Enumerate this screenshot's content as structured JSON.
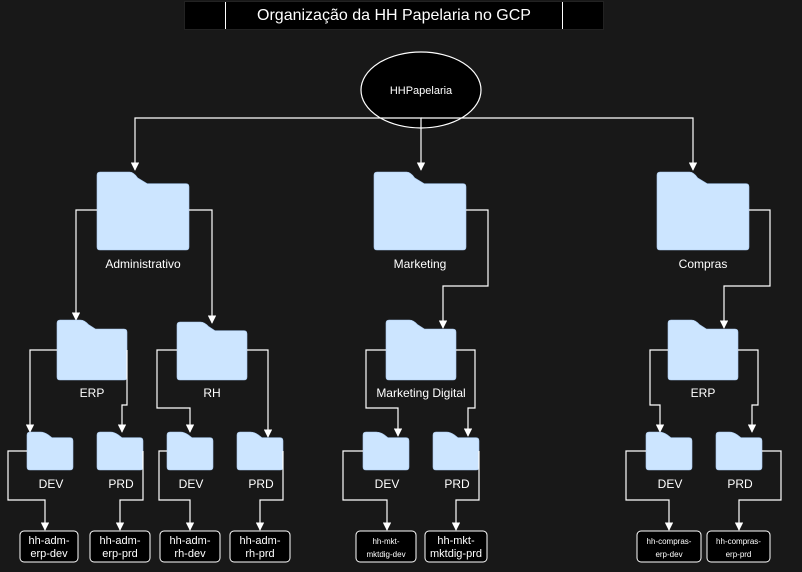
{
  "title": "Organização da HH Papelaria no GCP",
  "root": "HHPapelaria",
  "departments": [
    "Administrativo",
    "Marketing",
    "Compras"
  ],
  "subfolders": [
    "ERP",
    "RH",
    "Marketing Digital",
    "ERP"
  ],
  "environments": [
    "DEV",
    "PRD",
    "DEV",
    "PRD",
    "DEV",
    "PRD",
    "DEV",
    "PRD"
  ],
  "projects": [
    [
      "hh-adm-",
      "erp-dev"
    ],
    [
      "hh-adm-",
      "erp-prd"
    ],
    [
      "hh-adm-",
      "rh-dev"
    ],
    [
      "hh-adm-",
      "rh-prd"
    ],
    [
      "hh-mkt-",
      "mktdig-dev"
    ],
    [
      "hh-mkt-",
      "mktdig-prd"
    ],
    [
      "hh-compras-",
      "erp-dev"
    ],
    [
      "hh-compras-",
      "erp-prd"
    ]
  ],
  "colors": {
    "background": "#181818",
    "folder": "#cce5ff",
    "line": "#ffffff",
    "text": "#ffffff"
  }
}
